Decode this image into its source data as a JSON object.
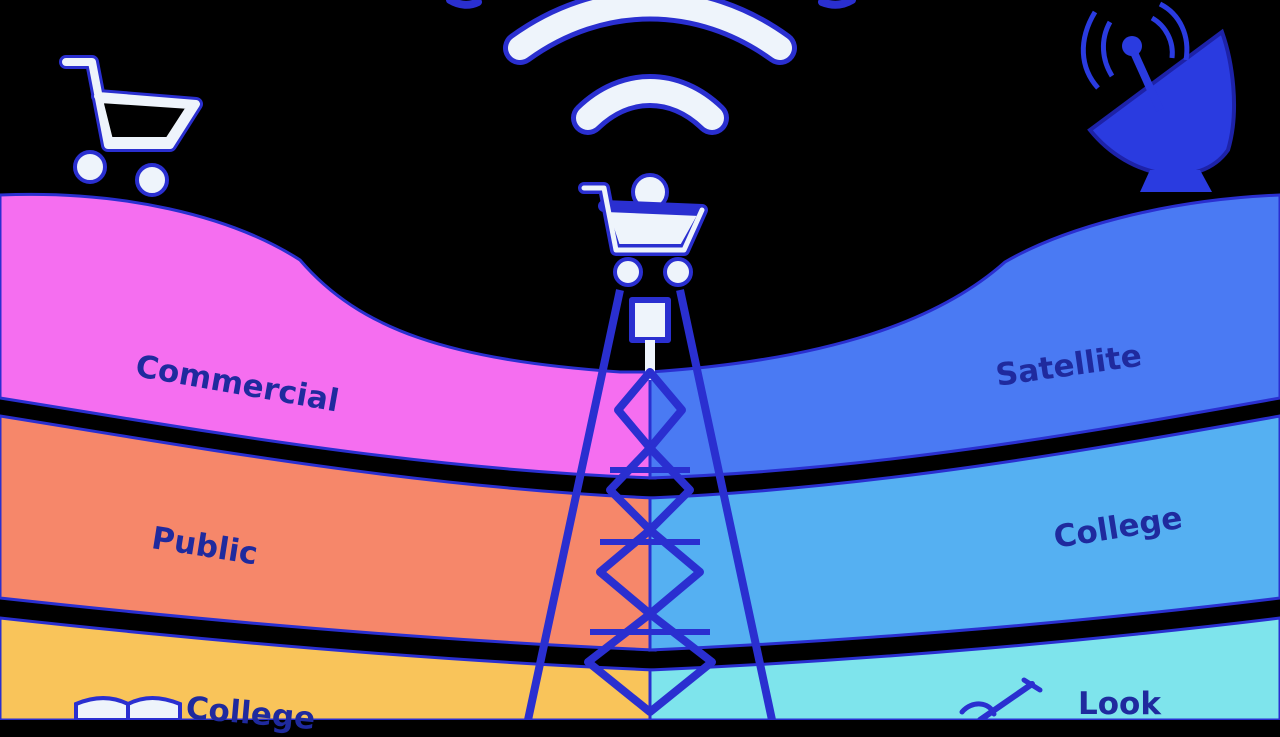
{
  "labels": {
    "left_top": "Commercial",
    "left_middle": "Public",
    "left_bottom": "College",
    "right_top": "Satellite",
    "right_middle": "College",
    "right_bottom": "Look"
  },
  "icons": {
    "top_left": "shopping-cart-icon",
    "tower_top": "shopping-cart-icon",
    "top_center": "wifi-signal-icon",
    "top_right": "satellite-dish-icon",
    "bottom_left": "book-icon",
    "bottom_right": "guitar-icon",
    "center": "radio-tower-icon"
  },
  "colors": {
    "background": "#000000",
    "outline": "#2a2fd0",
    "text": "#1f2a9e",
    "icon_fill": "#eef4fb",
    "left_top_band": "#f56ef0",
    "left_middle_band": "#f6876a",
    "left_bottom_band": "#f9c45a",
    "right_top_band": "#4a7af3",
    "right_middle_band": "#55b0f2",
    "right_bottom_band": "#7ee4ec"
  }
}
